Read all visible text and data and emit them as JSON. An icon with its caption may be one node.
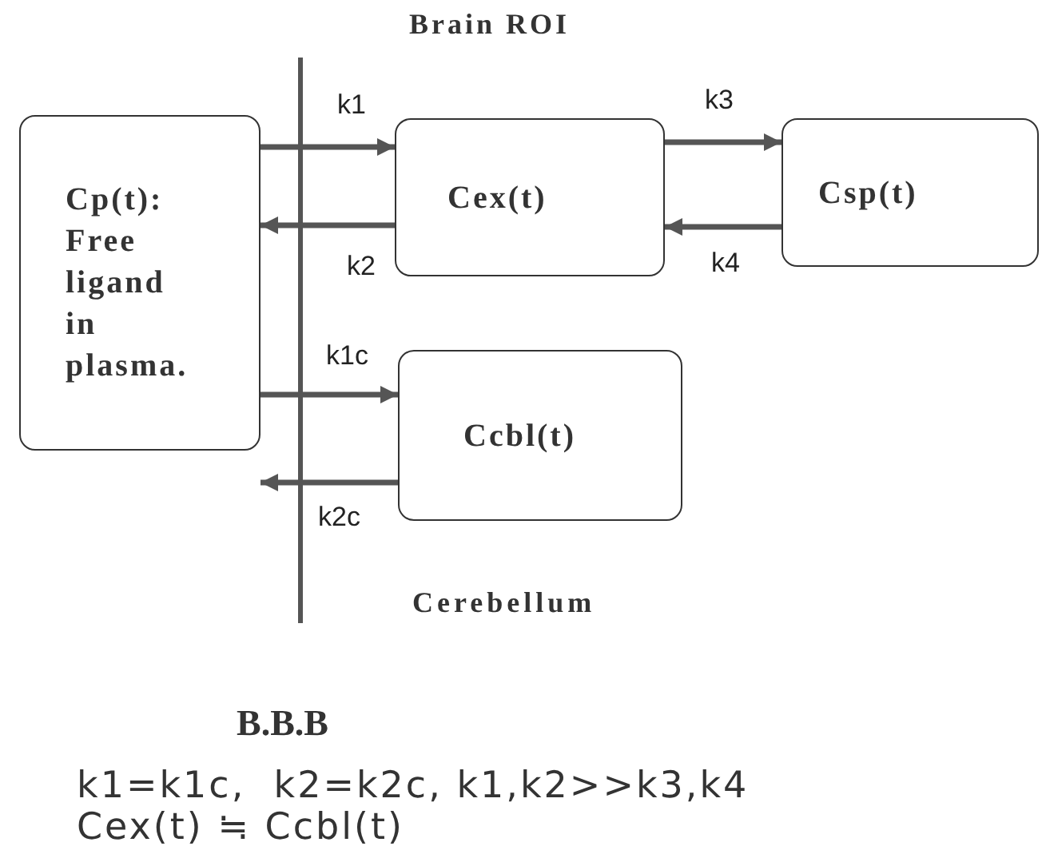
{
  "diagram": {
    "nodes": [
      {
        "text": [
          "Cp(t): Free ligand in plasma."
        ]
      },
      {
        "text": [
          "Cex(t)"
        ]
      },
      {
        "text": [
          "Csp(t)"
        ]
      },
      {
        "text": [
          "Ccbl(t)"
        ]
      }
    ],
    "edges": [
      {
        "from": 0,
        "to": 1,
        "arrow": "to",
        "label": "k1"
      },
      {
        "from": 1,
        "to": 0,
        "arrow": "to",
        "label": "k2"
      },
      {
        "from": 1,
        "to": 2,
        "arrow": "to",
        "label": "k3"
      },
      {
        "from": 2,
        "to": 1,
        "arrow": "to",
        "label": "k4"
      },
      {
        "from": 0,
        "to": 3,
        "arrow": "to",
        "label": "k1c"
      },
      {
        "from": 3,
        "to": 0,
        "arrow": "to",
        "label": "k2c"
      }
    ],
    "labels": [
      "Brain ROI",
      "Cerebellum",
      "B.B.B",
      "k1=k1c,  k2=k2c, k1,k2>>k3,k4",
      "Cex(t) ≒ Ccbl(t)"
    ]
  }
}
